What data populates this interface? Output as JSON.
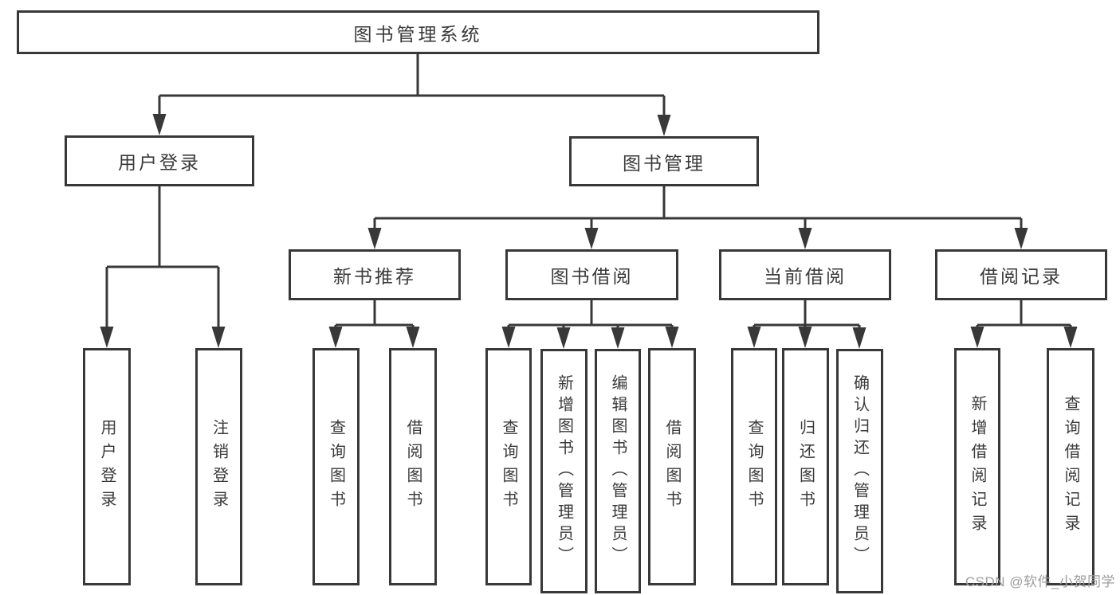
{
  "title": {
    "label": "图书管理系统"
  },
  "level2": [
    {
      "label": "用户登录"
    },
    {
      "label": "图书管理"
    }
  ],
  "level3": [
    {
      "label": "新书推荐"
    },
    {
      "label": "图书借阅"
    },
    {
      "label": "当前借阅"
    },
    {
      "label": "借阅记录"
    }
  ],
  "leaves": [
    {
      "label": "用户登录"
    },
    {
      "label": "注销登录"
    },
    {
      "label": "查询图书"
    },
    {
      "label": "借阅图书"
    },
    {
      "label": "查询图书"
    },
    {
      "label": "新增图书（管理员）"
    },
    {
      "label": "编辑图书（管理员）"
    },
    {
      "label": "借阅图书"
    },
    {
      "label": "查询图书"
    },
    {
      "label": "归还图书"
    },
    {
      "label": "确认归还（管理员）"
    },
    {
      "label": "新增借阅记录"
    },
    {
      "label": "查询借阅记录"
    }
  ],
  "watermark": {
    "text": "CSDN @软件_小贺同学"
  },
  "colors": {
    "line": "#383838",
    "text": "#3a3a3a",
    "watermark": "#9e9e9e",
    "background": "#ffffff"
  }
}
